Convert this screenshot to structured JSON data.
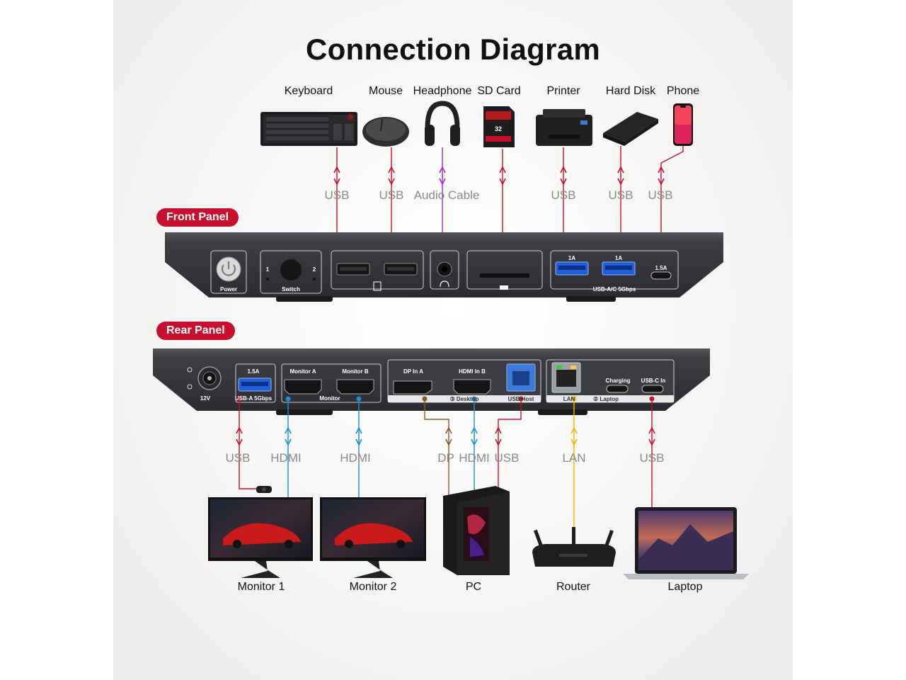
{
  "title": "Connection Diagram",
  "front_panel": {
    "badge": "Front Panel",
    "devices": [
      {
        "name": "Keyboard",
        "icon": "keyboard-icon"
      },
      {
        "name": "Mouse",
        "icon": "mouse-icon"
      },
      {
        "name": "Headphone",
        "icon": "headphone-icon"
      },
      {
        "name": "SD Card",
        "icon": "sd-card-icon"
      },
      {
        "name": "Printer",
        "icon": "printer-icon"
      },
      {
        "name": "Hard Disk",
        "icon": "hard-disk-icon"
      },
      {
        "name": "Phone",
        "icon": "phone-icon"
      }
    ],
    "cables": [
      "USB",
      "USB",
      "Audio Cable",
      "USB",
      "USB",
      "USB"
    ],
    "ports": {
      "power": "Power",
      "switch": "Switch",
      "switch_1": "1",
      "switch_2": "2",
      "usb_1a_left": "1A",
      "usb_1a_right": "1A",
      "usb_c": "1.5A",
      "usb_group": "USB-A/C 5Gbps"
    }
  },
  "rear_panel": {
    "badge": "Rear Panel",
    "devices": [
      {
        "name": "Monitor 1",
        "icon": "monitor-icon"
      },
      {
        "name": "Monitor 2",
        "icon": "monitor-icon"
      },
      {
        "name": "PC",
        "icon": "pc-tower-icon"
      },
      {
        "name": "Router",
        "icon": "router-icon"
      },
      {
        "name": "Laptop",
        "icon": "laptop-icon"
      }
    ],
    "cables": [
      "USB",
      "HDMI",
      "HDMI",
      "DP",
      "HDMI",
      "USB",
      "LAN",
      "USB"
    ],
    "ports": {
      "dc": "12V",
      "usb_a": "1.5A",
      "usb_a_group": "USB-A 5Gbps",
      "monitor_a": "Monitor A",
      "monitor_b": "Monitor B",
      "monitor_group": "Monitor",
      "dp_in": "DP In A",
      "hdmi_in": "HDMI In B",
      "desktop_group": "③ Desktop",
      "usb_host": "USB Host",
      "lan": "LAN",
      "laptop_group": "② Laptop",
      "charging": "Charging",
      "usb_c_in": "USB-C In"
    }
  },
  "colors": {
    "usb": "#c8102e",
    "hdmi": "#1a8fd6",
    "audio": "#9b30c8",
    "dp": "#8a5a2b",
    "lan": "#f2b705",
    "panel": "#3a3b3e",
    "badge": "#c8102e"
  }
}
